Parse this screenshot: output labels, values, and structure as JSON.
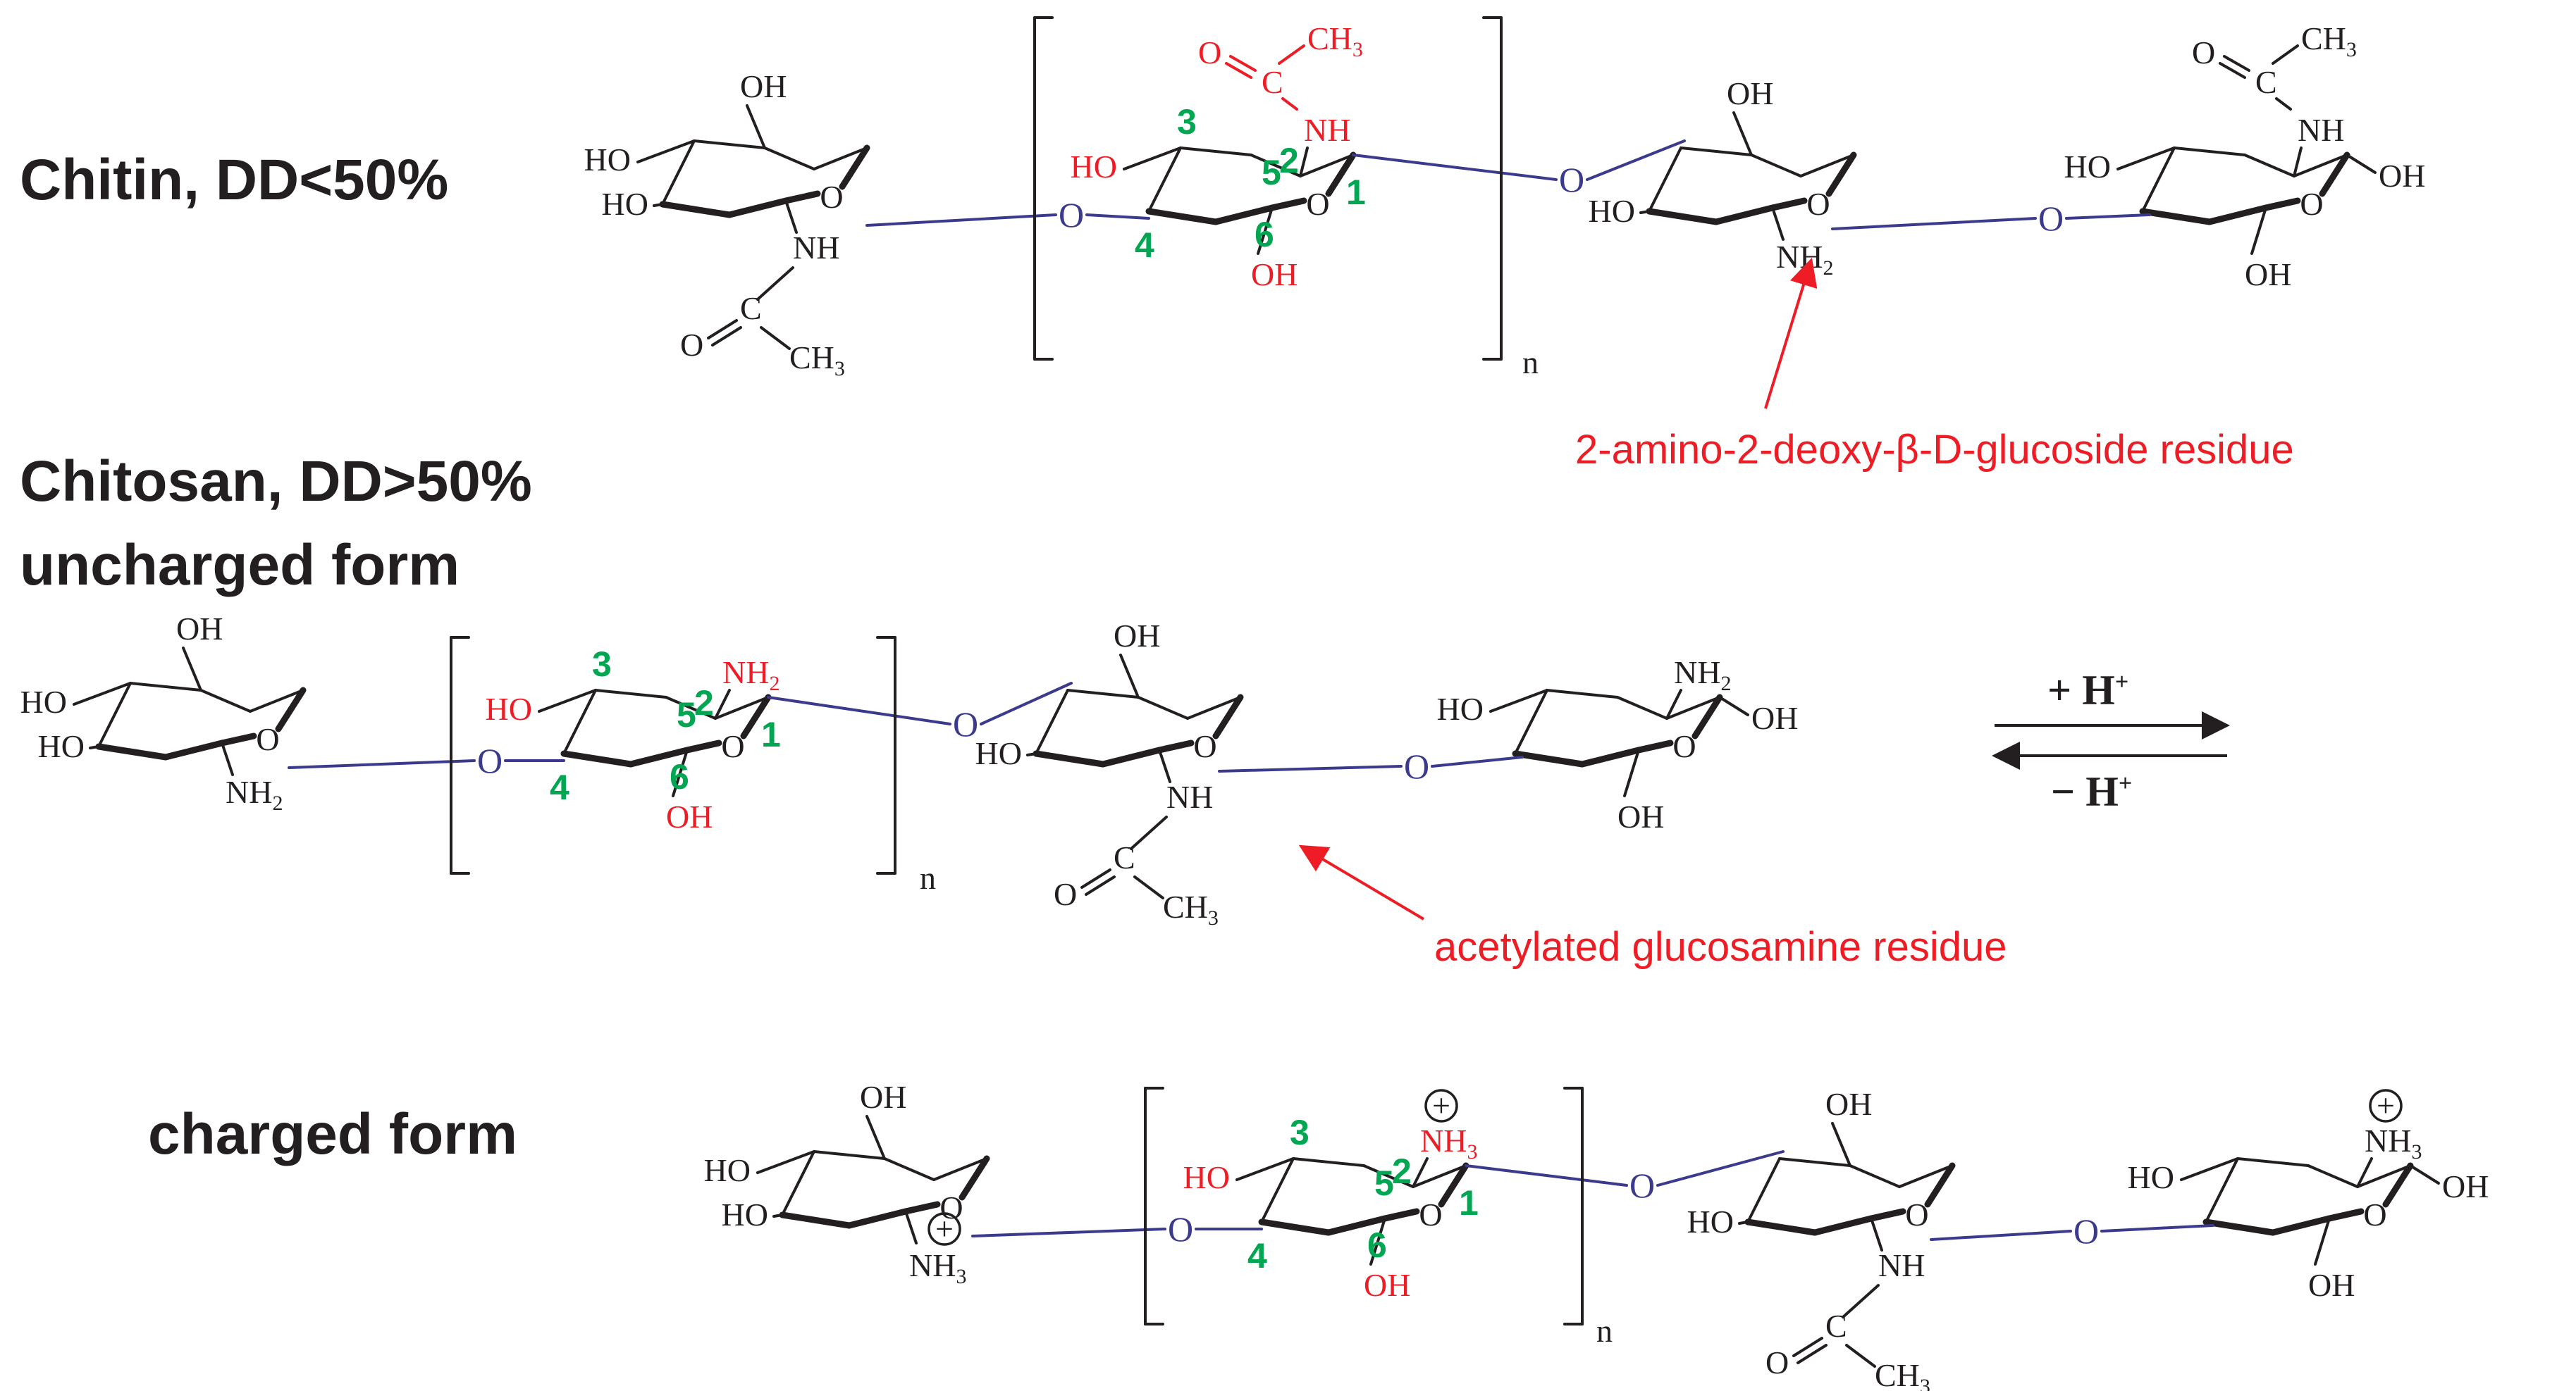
{
  "labels": {
    "chitin": "Chitin, DD<50%",
    "chitosan_line1": "Chitosan, DD>50%",
    "chitosan_line2": "uncharged form",
    "charged": "charged form"
  },
  "annotations": {
    "amino_residue": "2-amino-2-deoxy-β-D-glucoside residue",
    "acetylated_residue": "acetylated glucosamine residue"
  },
  "reaction": {
    "forward": "+ H",
    "reverse": "− H",
    "charge": "+"
  },
  "atoms": {
    "OH": "OH",
    "HO": "HO",
    "O": "O",
    "NH": "NH",
    "NH2": "NH",
    "NH3": "NH",
    "C": "C",
    "CH3": "CH",
    "sub2": "2",
    "sub3": "3",
    "n": "n",
    "plus": "+"
  },
  "ring_numbers": [
    "1",
    "2",
    "3",
    "4",
    "5",
    "6"
  ],
  "colors": {
    "text": "#231f20",
    "highlight_red": "#ee1c24",
    "ring_number_green": "#00a651",
    "glycosidic_blue": "#3b3a8c"
  }
}
